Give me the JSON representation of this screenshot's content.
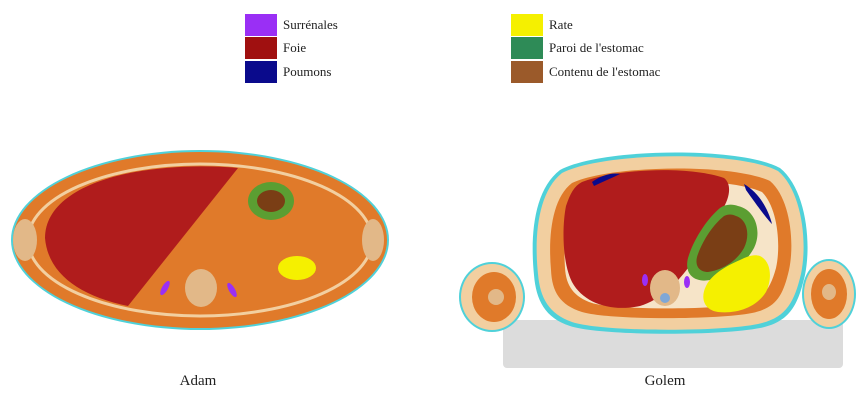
{
  "legend": {
    "items": [
      {
        "label": "Surrénales",
        "color": "#9a2ff5"
      },
      {
        "label": "Foie",
        "color": "#a01010"
      },
      {
        "label": "Poumons",
        "color": "#0a0a8c"
      },
      {
        "label": "Rate",
        "color": "#f5f000"
      },
      {
        "label": "Paroi de l'estomac",
        "color": "#2e8b57"
      },
      {
        "label": "Contenu de l'estomac",
        "color": "#9b5a2a"
      }
    ]
  },
  "phantoms": {
    "adam": {
      "caption": "Adam"
    },
    "golem": {
      "caption": "Golem"
    }
  },
  "tissue_colors": {
    "skin_outline": "#4fd1d9",
    "fat": "#f2cfa0",
    "muscle": "#e07a2a",
    "liver": "#b01c1c",
    "bone": "#e2b888",
    "table": "#dcdcdc"
  }
}
